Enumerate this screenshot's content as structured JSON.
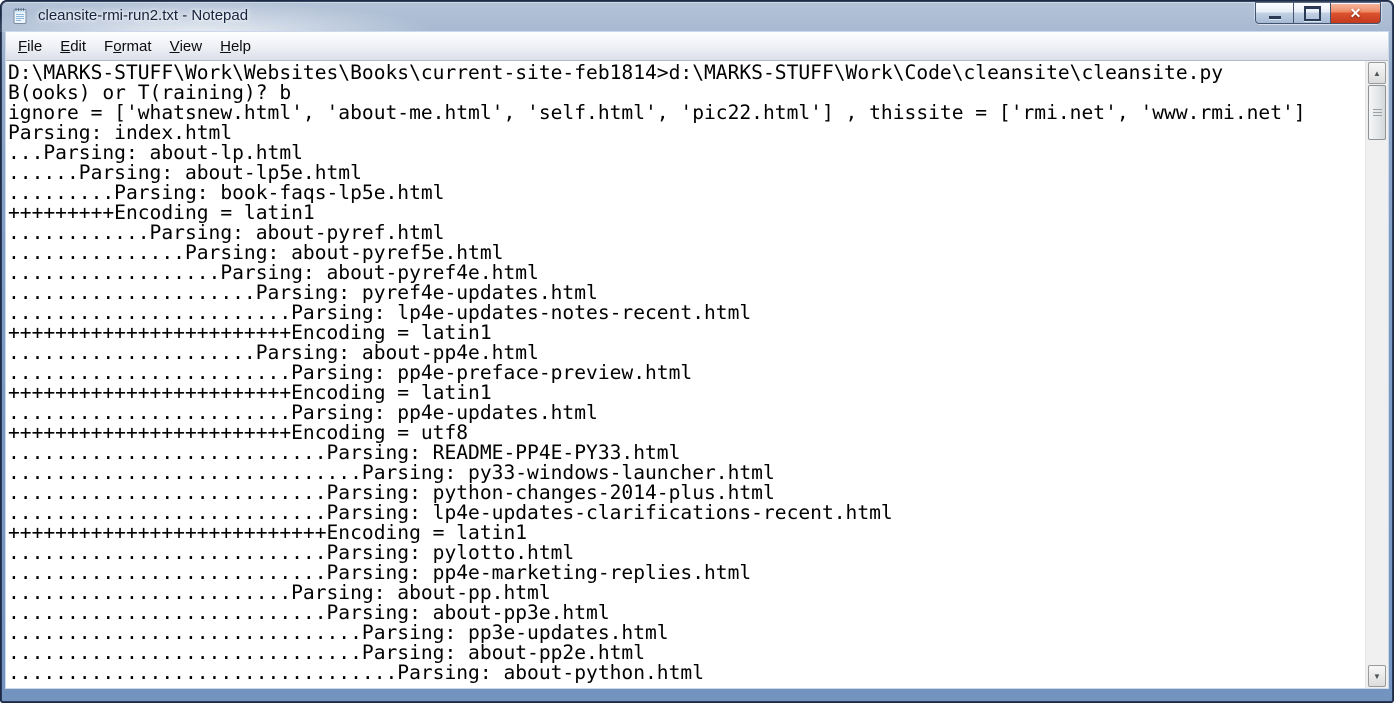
{
  "window": {
    "title": "cleansite-rmi-run2.txt - Notepad",
    "icon": "notepad-icon",
    "controls": {
      "minimize": {
        "name": "minimize"
      },
      "maximize": {
        "name": "maximize"
      },
      "close": {
        "name": "close",
        "glyph_char": "✕"
      }
    }
  },
  "menu": {
    "items": [
      {
        "label": "File",
        "mnemonic_index": 0
      },
      {
        "label": "Edit",
        "mnemonic_index": 0
      },
      {
        "label": "Format",
        "mnemonic_index": 1
      },
      {
        "label": "View",
        "mnemonic_index": 0
      },
      {
        "label": "Help",
        "mnemonic_index": 0
      }
    ]
  },
  "editor": {
    "lines": [
      "D:\\MARKS-STUFF\\Work\\Websites\\Books\\current-site-feb1814>d:\\MARKS-STUFF\\Work\\Code\\cleansite\\cleansite.py",
      "B(ooks) or T(raining)? b",
      "ignore = ['whatsnew.html', 'about-me.html', 'self.html', 'pic22.html'] , thissite = ['rmi.net', 'www.rmi.net']",
      "Parsing: index.html",
      "...Parsing: about-lp.html",
      "......Parsing: about-lp5e.html",
      ".........Parsing: book-faqs-lp5e.html",
      "+++++++++Encoding = latin1",
      "............Parsing: about-pyref.html",
      "...............Parsing: about-pyref5e.html",
      "..................Parsing: about-pyref4e.html",
      ".....................Parsing: pyref4e-updates.html",
      "........................Parsing: lp4e-updates-notes-recent.html",
      "++++++++++++++++++++++++Encoding = latin1",
      ".....................Parsing: about-pp4e.html",
      "........................Parsing: pp4e-preface-preview.html",
      "++++++++++++++++++++++++Encoding = latin1",
      "........................Parsing: pp4e-updates.html",
      "++++++++++++++++++++++++Encoding = utf8",
      "...........................Parsing: README-PP4E-PY33.html",
      "..............................Parsing: py33-windows-launcher.html",
      "...........................Parsing: python-changes-2014-plus.html",
      "...........................Parsing: lp4e-updates-clarifications-recent.html",
      "+++++++++++++++++++++++++++Encoding = latin1",
      "...........................Parsing: pylotto.html",
      "...........................Parsing: pp4e-marketing-replies.html",
      "........................Parsing: about-pp.html",
      "...........................Parsing: about-pp3e.html",
      "..............................Parsing: pp3e-updates.html",
      "..............................Parsing: about-pp2e.html",
      ".................................Parsing: about-python.html"
    ]
  },
  "scrollbar": {
    "up_glyph": "▲",
    "down_glyph": "▼"
  },
  "colors": {
    "titlebar_blue": "#7f9cc4",
    "close_button_red": "#c33a1d",
    "menubar_bg": "#eef0f5",
    "editor_bg": "#ffffff",
    "text_color": "#000000",
    "scrollbar_track": "#f0f0f0"
  }
}
